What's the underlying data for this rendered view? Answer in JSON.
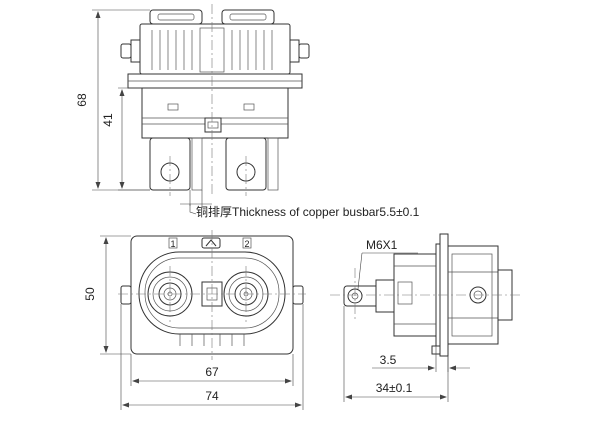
{
  "dimensions": {
    "overall_height": "68",
    "housing_height": "41",
    "copper_busbar_note": "铜排厚Thickness of copper busbar5.5±0.1",
    "flange_height": "50",
    "flange_width_inner": "67",
    "flange_width_outer": "74",
    "thread": "M6X1",
    "panel_offset": "3.5",
    "side_length": "34±0.1"
  },
  "markings": {
    "pin_1": "1",
    "pin_2": "2"
  },
  "colors": {
    "line": "#333333",
    "background": "#ffffff"
  }
}
